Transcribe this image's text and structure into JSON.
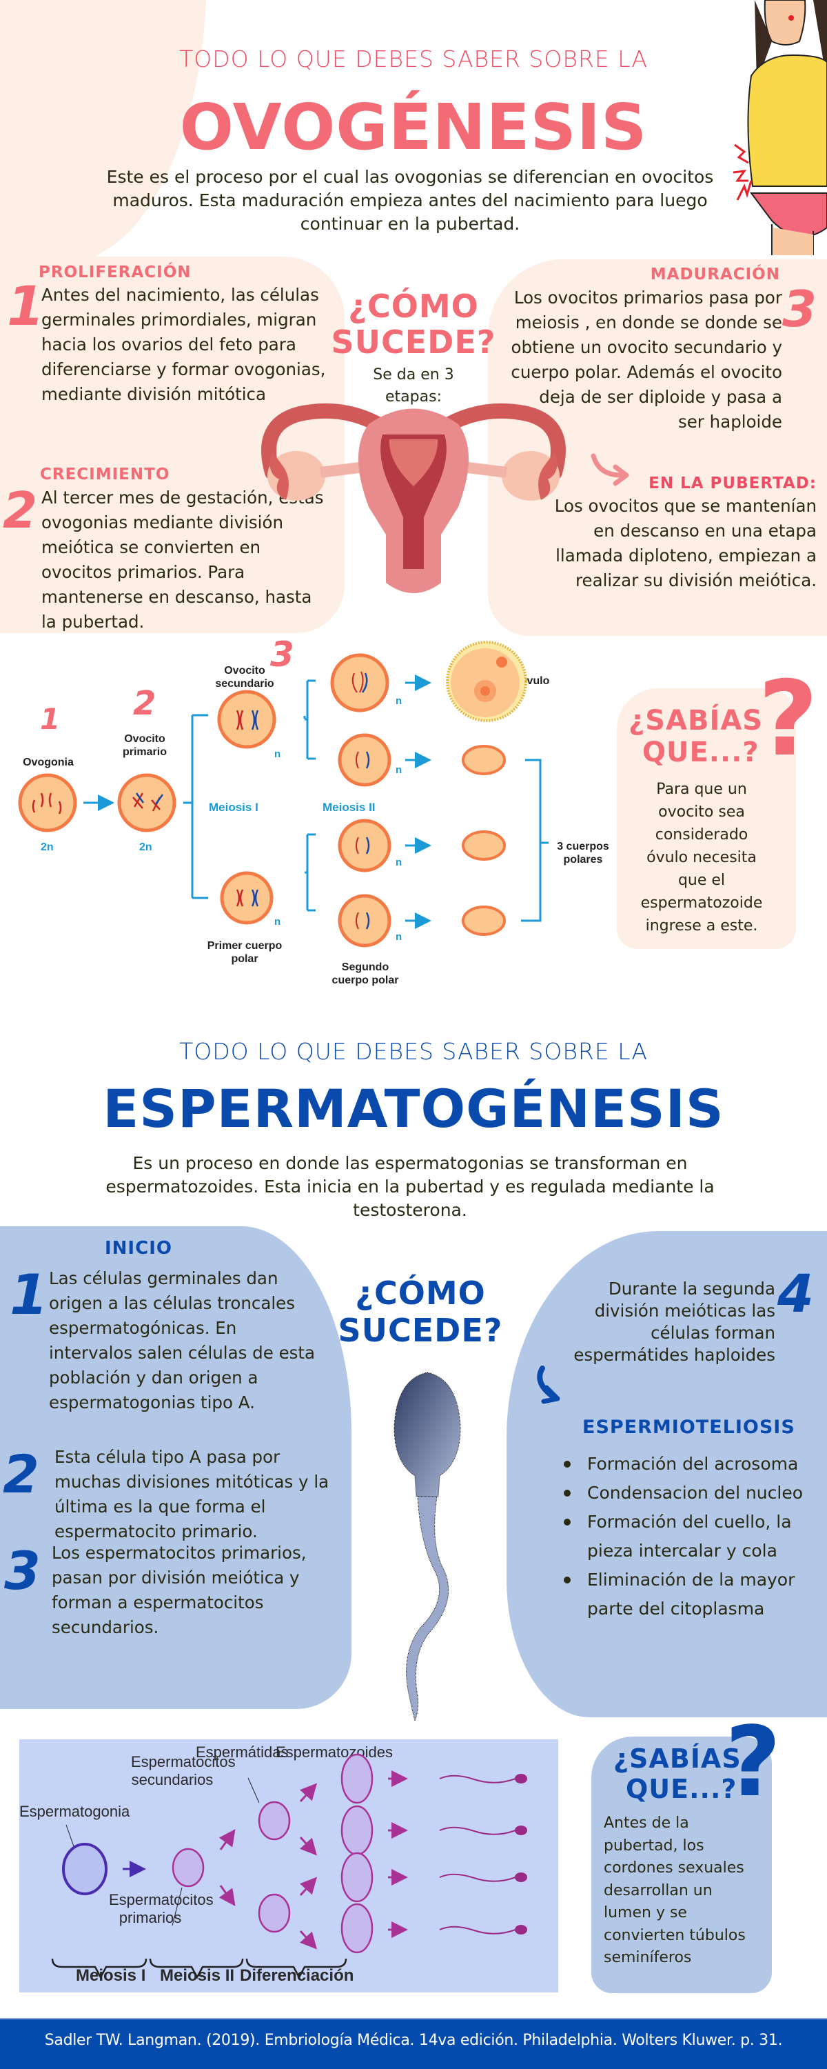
{
  "colors": {
    "pink_accent": "#f0666e",
    "peach_bg": "#fdeee6",
    "blue_accent": "#0a4aad",
    "blue_bg": "#b3c8e6",
    "diagram_blue": "#1a9ad6",
    "cell_orange": "#f47a45",
    "cell_fill": "#fcc68f",
    "footer_bg": "#044bad"
  },
  "ovogenesis": {
    "kicker": "TODO LO QUE DEBES SABER SOBRE LA",
    "title": "OVOGÉNESIS",
    "intro": "Este es el proceso por el cual las ovogonias se diferencian en ovocitos maduros. Esta maduración empieza antes del nacimiento para luego continuar en la pubertad.",
    "how": {
      "title_line1": "¿CÓMO",
      "title_line2": "SUCEDE?",
      "subtitle": "Se da en 3 etapas:"
    },
    "stages": [
      {
        "number": "1",
        "heading": "PROLIFERACIÓN",
        "text": "Antes del nacimiento, las células germinales primordiales, migran hacia los ovarios del feto para diferenciarse y formar ovogonias, mediante  división mitótica"
      },
      {
        "number": "2",
        "heading": "CRECIMIENTO",
        "text": "Al tercer mes de gestación, estas ovogonias mediante división meiótica se convierten en ovocitos primarios. Para mantenerse en descanso, hasta la pubertad."
      },
      {
        "number": "3",
        "heading": "MADURACIÓN",
        "text": "Los ovocitos primarios pasa por  meiosis , en donde se donde se obtiene un ovocito secundario  y cuerpo polar. Además el ovocito deja de ser diploide y pasa a ser haploide"
      }
    ],
    "puberty": {
      "heading": "EN LA PUBERTAD:",
      "text": "Los ovocitos que se mantenían en descanso en una etapa llamada diploteno, empiezan  a realizar su división meiótica."
    },
    "diagram": {
      "step_numbers": [
        "1",
        "2",
        "3"
      ],
      "ovogonia": "Ovogonia",
      "ovocito_primario": "Ovocito primario",
      "ovocito_secundario": "Ovocito secundario",
      "primer_cuerpo_polar": "Primer cuerpo polar",
      "segundo_cuerpo_polar": "Segundo cuerpo polar",
      "ovulo": "Óvulo",
      "tres_cuerpos": "3 cuerpos polares",
      "meiosis1": "Meiosis I",
      "meiosis2": "Meiosis II",
      "ploidy_2n": "2n",
      "ploidy_n": "n"
    },
    "did_you_know": {
      "title_line1": "¿SABÍAS",
      "title_line2": "QUE...?",
      "text": "Para que un ovocito sea considerado óvulo necesita que el espermatozoide ingrese a este."
    }
  },
  "espermatogenesis": {
    "kicker": "TODO LO QUE DEBES SABER SOBRE LA",
    "title": "ESPERMATOGÉNESIS",
    "intro": "Es un proceso en donde las espermatogonias se transforman en espermatozoides. Esta inicia en la pubertad y es regulada mediante la testosterona.",
    "start_heading": "INICIO",
    "how": {
      "title_line1": "¿CÓMO",
      "title_line2": "SUCEDE?"
    },
    "stages": [
      {
        "number": "1",
        "text": "Las células germinales dan origen a las células troncales espermatogónicas. En intervalos salen células de esta población y dan origen a espermatogonias tipo A."
      },
      {
        "number": "2",
        "text": "Esta célula tipo A pasa por muchas divisiones mitóticas y la última es la que forma el espermatocito primario."
      },
      {
        "number": "3",
        "text": "Los espermatocitos primarios, pasan por división meiótica y forman a espermatocitos secundarios."
      },
      {
        "number": "4",
        "text": "Durante la segunda división  meióticas las células forman espermátides haploides"
      }
    ],
    "spermiogenesis": {
      "heading": "ESPERMIOTELIOSIS",
      "items": [
        "Formación del acrosoma",
        "Condensacion del nucleo",
        "Formación del cuello, la pieza intercalar y cola",
        "Eliminación de la mayor parte del citoplasma"
      ]
    },
    "diagram": {
      "espermatogonia": "Espermatogonia",
      "espermatocitos_primarios": "Espermatocitos primarios",
      "espermatocitos_secundarios": "Espermatocitos secundarios",
      "espermatidas": "Espermátidas",
      "espermatozoides": "Espermatozoides",
      "phase1": "Meiosis I",
      "phase2": "Meiosis II",
      "phase3": "Diferenciación"
    },
    "did_you_know": {
      "title_line1": "¿SABÍAS",
      "title_line2": "QUE...?",
      "text": "Antes de la pubertad, los cordones sexuales desarrollan un lumen y se convierten túbulos seminíferos"
    }
  },
  "footer": {
    "citation": "Sadler TW. Langman. (2019). Embriología Médica. 14va edición. Philadelphia. Wolters Kluwer. p. 31."
  }
}
